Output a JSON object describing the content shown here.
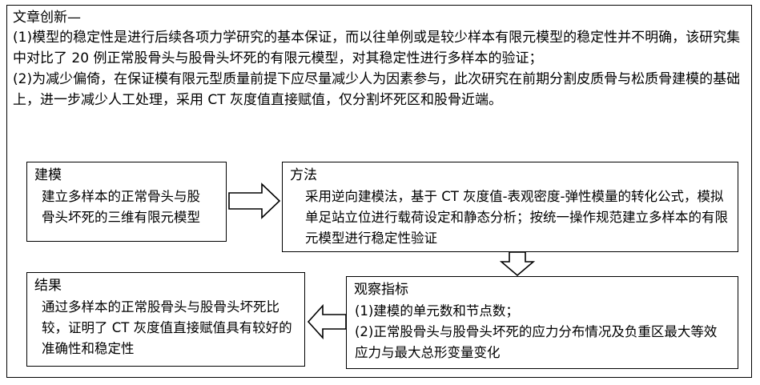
{
  "intro": {
    "title": "文章创新—",
    "items": [
      "(1)模型的稳定性是进行后续各项力学研究的基本保证，而以往单例或是较少样本有限元模型的稳定性并不明确，该研究集中对比了 20 例正常股骨头与股骨头坏死的有限元模型，对其稳定性进行多样本的验证；",
      "(2)为减少偏倚，在保证模有限元型质量前提下应尽量减少人为因素参与，此次研究在前期分割皮质骨与松质骨建模的基础上，进一步减少人工处理，采用 CT 灰度值直接赋值，仅分割坏死区和股骨近端。"
    ]
  },
  "boxes": {
    "modeling": {
      "title": "建模",
      "text": "建立多样本的正常骨头与股骨头坏死的三维有限元模型"
    },
    "method": {
      "title": "方法",
      "text": "采用逆向建模法，基于 CT 灰度值-表观密度-弹性模量的转化公式，模拟单足站立位进行载荷设定和静态分析；按统一操作规范建立多样本的有限元模型进行稳定性验证"
    },
    "indicators": {
      "title": "观察指标",
      "items": [
        "(1)建模的单元数和节点数；",
        "(2)正常股骨头与股骨头坏死的应力分布情况及负重区最大等效应力与最大总形变量变化"
      ]
    },
    "result": {
      "title": "结果",
      "text": "通过多样本的正常股骨头与股骨头坏死比较，证明了 CT 灰度值直接赋值具有较好的准确性和稳定性"
    }
  }
}
